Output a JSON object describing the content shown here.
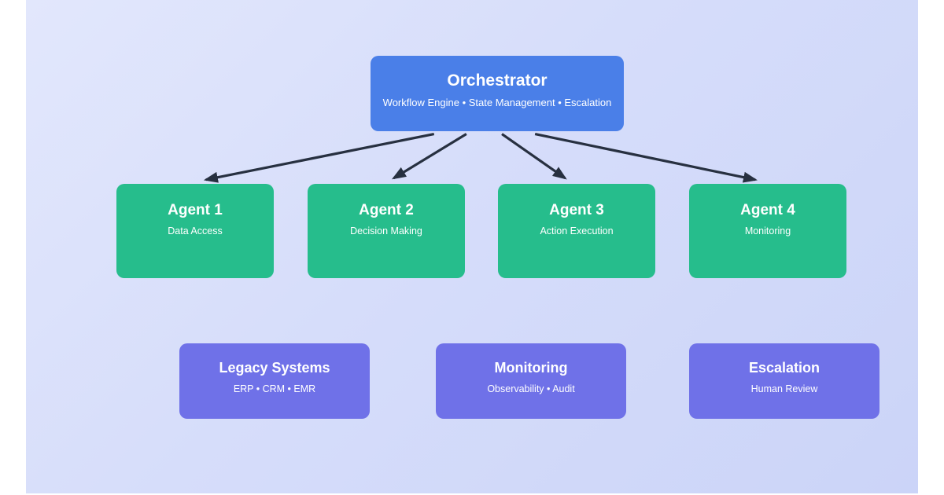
{
  "diagram": {
    "orchestrator": {
      "title": "Orchestrator",
      "subtitle": "Workflow Engine • State Management • Escalation",
      "color": "#4a7fe8"
    },
    "agents": [
      {
        "title": "Agent 1",
        "subtitle": "Data Access"
      },
      {
        "title": "Agent 2",
        "subtitle": "Decision Making"
      },
      {
        "title": "Agent 3",
        "subtitle": "Action Execution"
      },
      {
        "title": "Agent 4",
        "subtitle": "Monitoring"
      }
    ],
    "agent_color": "#26bd8c",
    "support_systems": [
      {
        "title": "Legacy Systems",
        "subtitle": "ERP • CRM • EMR"
      },
      {
        "title": "Monitoring",
        "subtitle": "Observability • Audit"
      },
      {
        "title": "Escalation",
        "subtitle": "Human Review"
      }
    ],
    "support_color": "#6f71e8",
    "connections": [
      {
        "from": "Orchestrator",
        "to": "Agent 1"
      },
      {
        "from": "Orchestrator",
        "to": "Agent 2"
      },
      {
        "from": "Orchestrator",
        "to": "Agent 3"
      },
      {
        "from": "Orchestrator",
        "to": "Agent 4"
      }
    ],
    "arrow_color": "#273040",
    "background_gradient": [
      "#e2e7fc",
      "#cbd4f8"
    ],
    "page_background": "#ffffff",
    "text_color": "#ffffff"
  }
}
